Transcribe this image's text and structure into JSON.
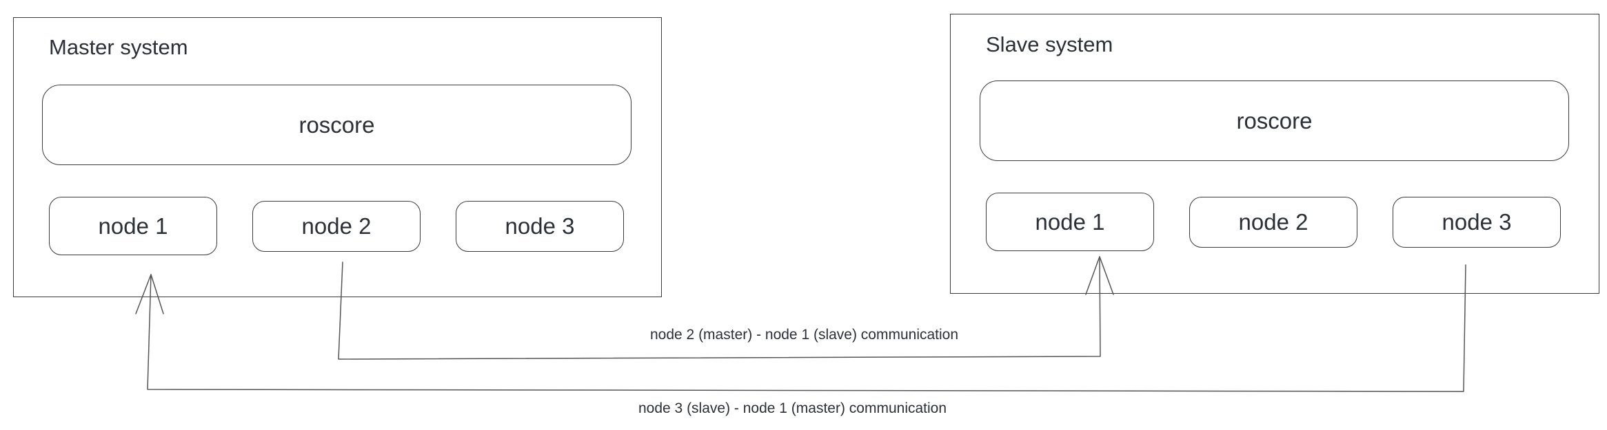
{
  "master": {
    "title": "Master system",
    "roscore": "roscore",
    "nodes": [
      "node 1",
      "node 2",
      "node 3"
    ]
  },
  "slave": {
    "title": "Slave system",
    "roscore": "roscore",
    "nodes": [
      "node 1",
      "node 2",
      "node 3"
    ]
  },
  "links": [
    {
      "label": "node 2 (master) - node 1 (slave) communication"
    },
    {
      "label": "node 3 (slave) - node 1 (master) communication"
    }
  ]
}
